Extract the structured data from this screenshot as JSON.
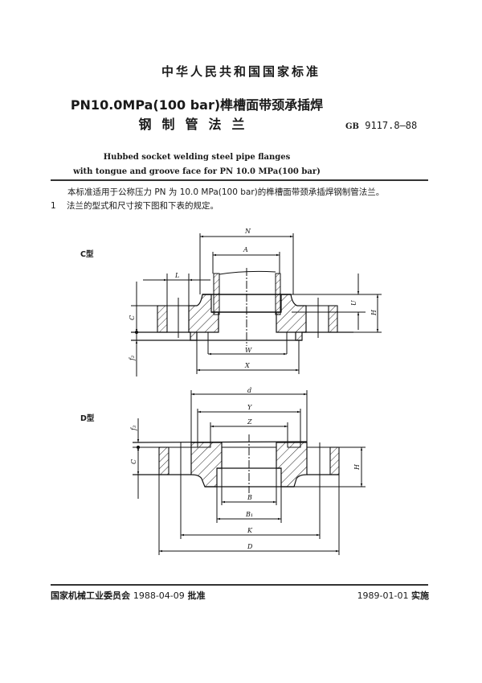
{
  "document": {
    "standard_header": "中华人民共和国国家标准",
    "title_line1": "PN10.0MPa(100 bar)榫槽面带颈承插焊",
    "title_line2": "钢制管法兰",
    "standard_number_prefix": "GB",
    "standard_number": "9117.8—88",
    "english_title_line1": "Hubbed socket welding steel pipe flanges",
    "english_title_line2": "with tongue and groove face for PN 10.0 MPa(100 bar)",
    "scope_paragraph": "本标准适用于公称压力 PN 为 10.0 MPa(100 bar)的榫槽面带颈承插焊钢制管法兰。",
    "clause_1_number": "1",
    "clause_1_text": "法兰的型式和尺寸按下图和下表的规定。"
  },
  "figures": [
    {
      "type_label": "C型",
      "dimension_labels": {
        "N": "N",
        "A": "A",
        "L": "L",
        "U": "U",
        "H": "H",
        "C": "C",
        "f": "f₂",
        "W": "W",
        "X": "X"
      }
    },
    {
      "type_label": "D型",
      "dimension_labels": {
        "d": "d",
        "Y": "Y",
        "Z": "Z",
        "f": "f₃",
        "C": "C",
        "H": "H",
        "B": "B",
        "B1": "B₁",
        "K": "K",
        "D": "D"
      }
    }
  ],
  "footer": {
    "issuer": "国家机械工业委员会",
    "approval_date": "1988-04-09",
    "approval_suffix": "批准",
    "effective_date": "1989-01-01",
    "effective_suffix": "实施"
  }
}
